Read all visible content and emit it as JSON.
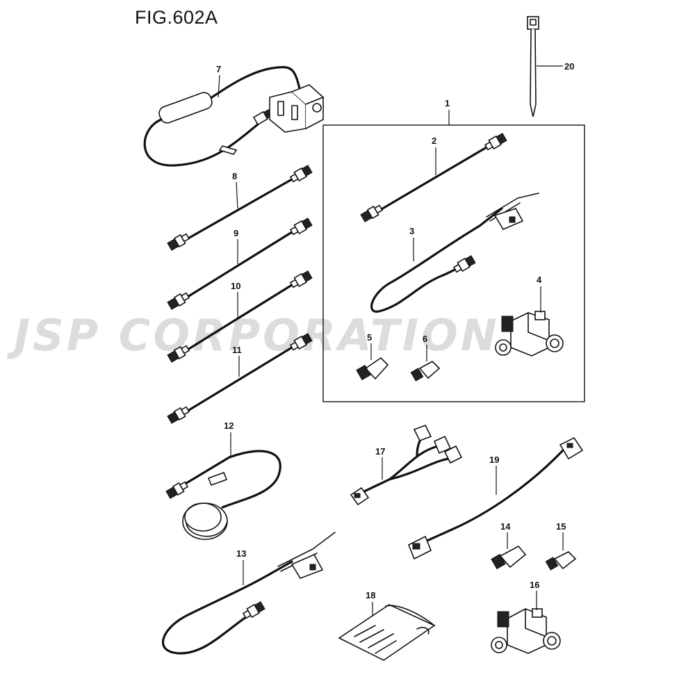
{
  "figure": {
    "title": "FIG.602A"
  },
  "watermark": {
    "text": "JSP CORPORATION"
  },
  "callouts": [
    "1",
    "2",
    "3",
    "4",
    "5",
    "6",
    "7",
    "8",
    "9",
    "10",
    "11",
    "12",
    "13",
    "14",
    "15",
    "16",
    "17",
    "18",
    "19",
    "20"
  ],
  "icons": {
    "cable-assembly": "cable-icon",
    "tee-connector": "tee-connector-icon",
    "terminator": "terminator-icon",
    "cable-tie": "cable-tie-icon",
    "gps-antenna": "antenna-icon",
    "instruction-sheet": "document-icon"
  },
  "colors": {
    "ink": "#111111",
    "background": "#ffffff",
    "watermark": "#d7d7d7"
  }
}
